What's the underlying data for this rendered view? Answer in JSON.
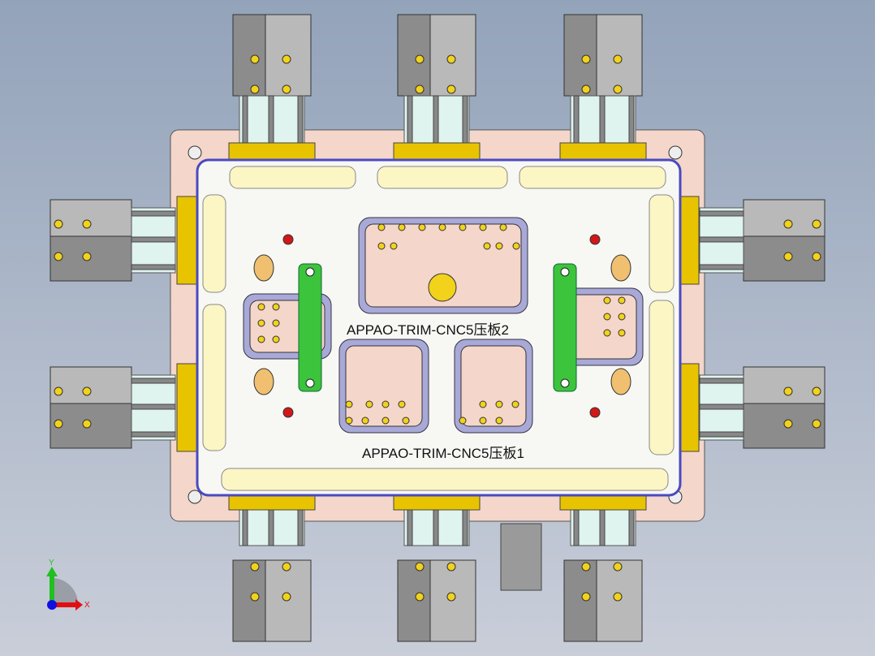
{
  "viewport": {
    "background_top": "#93a3ba",
    "background_bottom": "#c9ced9"
  },
  "model": {
    "label_plate_2": "APPAO-TRIM-CNC5压板2",
    "label_plate_1": "APPAO-TRIM-CNC5压板1",
    "colors": {
      "base_plate": "#f4d6cb",
      "top_plate": "#f7f7f4",
      "pads": "#fbf6c4",
      "cylinder_block": "#8c8c8c",
      "mount_block": "#e8c400",
      "clamp": "#3cc43c",
      "pocket_frame": "#a9a9d8",
      "pin": "#f2d21a",
      "stop": "#d01818"
    }
  },
  "triad": {
    "x_label": "X",
    "y_label": "Y",
    "x_color": "#e01010",
    "y_color": "#20c020",
    "z_color": "#1010e0"
  }
}
